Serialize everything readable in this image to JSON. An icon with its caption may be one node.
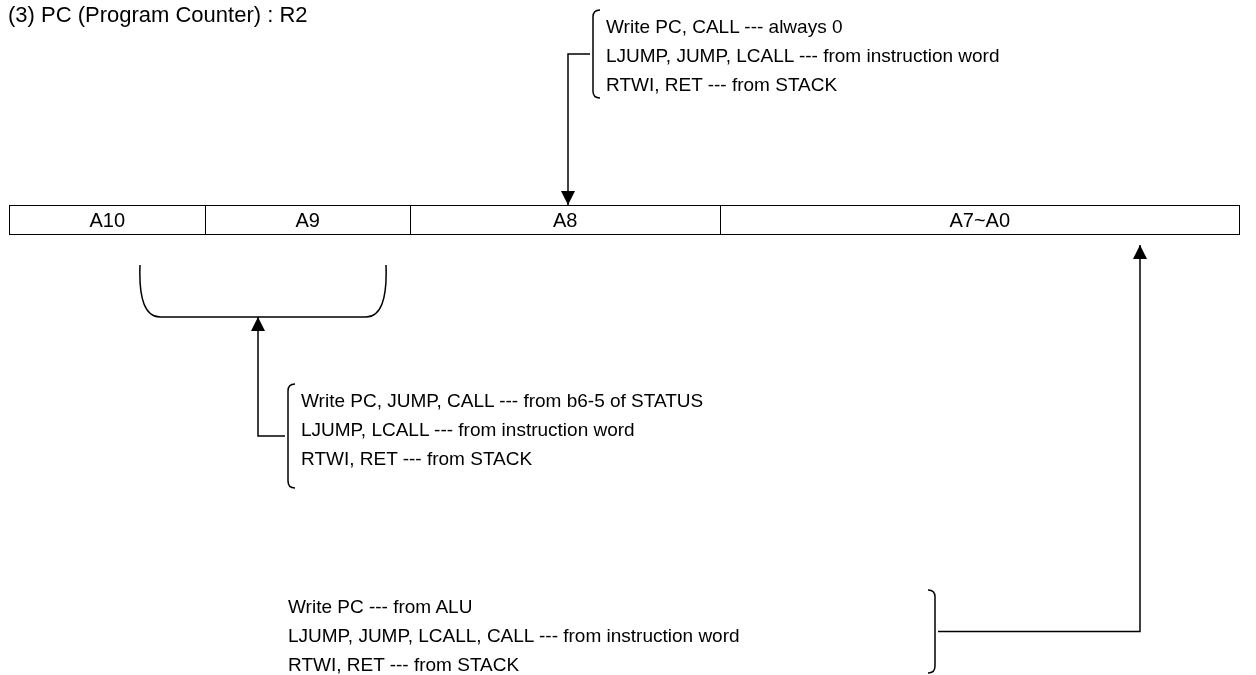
{
  "diagram": {
    "title": "(3) PC (Program Counter) : R2",
    "nodes": [
      {
        "text": [
          "Write PC, CALL --- always 0",
          "LJUMP, JUMP, LCALL --- from instruction word",
          "RTWI, RET --- from STACK"
        ]
      },
      {
        "text": [
          "A10"
        ]
      },
      {
        "text": [
          "A9"
        ]
      },
      {
        "text": [
          "A8"
        ]
      },
      {
        "text": [
          "A7~A0"
        ]
      },
      {
        "text": [],
        "shape": "bracket"
      },
      {
        "text": [
          "Write PC, JUMP, CALL --- from b6-5 of STATUS",
          "LJUMP, LCALL --- from instruction word",
          "RTWI, RET --- from STACK"
        ]
      },
      {
        "text": [
          "Write PC --- from ALU",
          "LJUMP, JUMP, LCALL, CALL --- from instruction word",
          "RTWI, RET --- from STACK"
        ]
      }
    ],
    "edges": [
      {
        "from": 0,
        "to": 3,
        "arrow": "to"
      },
      {
        "from": 6,
        "to": 5,
        "arrow": "to"
      },
      {
        "from": 7,
        "to": 4,
        "arrow": "to"
      }
    ]
  }
}
